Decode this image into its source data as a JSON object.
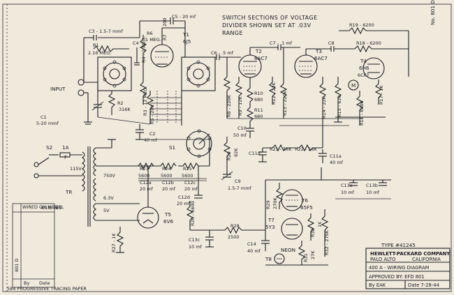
{
  "notes": {
    "switch_note": [
      "SWITCH SECTIONS OF VOLTAGE",
      "DIVIDER SHOWN SET AT .03V",
      "RANGE"
    ],
    "input": "INPUT",
    "type_no": "TYPE #41245",
    "corner_no": "No. 801 D",
    "paper": "584 PROGRESSIVE TRACING PAPER"
  },
  "title_block": {
    "company": "HEWLETT-PACKARD COMPANY",
    "city": "PALO ALTO",
    "state": "CALIFORNIA",
    "drawing": "400 A - WIRING DIAGRAM",
    "approved": "APPROVED BY: EFD 801",
    "by": "By EAK",
    "date": "Date 7-28-44"
  },
  "revision_block": {
    "row1": "WIRED ON MODEL",
    "row1_date": "4/18/46",
    "row1_init": "ES",
    "by_label": "By",
    "date_label": "Date",
    "side": "801 D"
  },
  "tubes": [
    {
      "ref": "T1",
      "type": "6J5"
    },
    {
      "ref": "T2",
      "type": "6AC7"
    },
    {
      "ref": "T3",
      "type": "6AC7"
    },
    {
      "ref": "T4",
      "type": "6H6",
      "note": "6C6?"
    },
    {
      "ref": "T5",
      "type": "6V6"
    },
    {
      "ref": "T6",
      "type": "65F5"
    },
    {
      "ref": "T7",
      "type": "5Y3"
    },
    {
      "ref": "T8",
      "type": "NEON"
    }
  ],
  "parts": {
    "c3": "C3 - 1.5-7 mmf",
    "c5": "C5 - 20 mf",
    "r1": "R1",
    "r1v": "2.16 MEG.",
    "r4": "R4 - 2 MEG.",
    "r6": "R6",
    "r6v": "1 MEG.",
    "r7": "R7",
    "r7v": "200",
    "c4": "C4",
    "r3": "R3 - 12 MEG.",
    "r2": "R2",
    "r2v": "316K",
    "r5": "R5 - 20K",
    "c1": "C1",
    "c1v": "5-20 mmf",
    "c2": "C2",
    "c2v": "40 mf",
    "c6": "C6 - .5 mf",
    "c7": "C7 - .1 mf",
    "c8": "C8",
    "r19": "R19 - 6200",
    "r18": "R18 - 6200",
    "m": "M",
    "r15": "R15 - 620",
    "r16": "R16 - 6200",
    "r17": "R17 - 1K",
    "r8": "R8 - 220K",
    "r9": "R9 - 12K",
    "r10": "R10",
    "r10v": "680",
    "r11": "R11",
    "r11v": "680",
    "r12": "R12 - 22K",
    "r13": "R13 - 220K",
    "r14": "R14 - 22K",
    "c10": "C10",
    "c10v": "50 mf",
    "s1": "S1",
    "c11d": "C11d",
    "c11a": "C11a",
    "c11av": "40 mf",
    "r21": "R21 - 56K",
    "r22": "R22 - 56K",
    "r20": "R20",
    "r20v": "82K",
    "c9": "C9",
    "c9v": "1.5-7 mmf",
    "s2": "S2",
    "fuse": "1A",
    "f": "F",
    "v115": "115V",
    "tr": "TR",
    "v750": "750V",
    "v63": "6.3V",
    "v5": "5V",
    "r23": "R23",
    "r23v": "5600",
    "r24": "R24",
    "r24v": "5600",
    "r25": "R25",
    "r25v": "5600",
    "c12a": "C12a",
    "c12av": "20 mf",
    "c12b": "C12b",
    "c12bv": "20 mf",
    "c12c": "C12c",
    "c12cv": "20 mf",
    "c12d": "C12d",
    "c12dv": "20 mf",
    "r26": "R26 - 5600",
    "r27": "R27 - 1K",
    "c13c": "C13c",
    "c13cv": "10 mf",
    "r28": "R28",
    "r28v": "2500",
    "c14": "C14",
    "c14v": "40 mf",
    "c13a": "C13a",
    "c13av": "10 mf",
    "c13b": "C13b",
    "c13bv": "10 mf",
    "r29": "R29",
    "r29v": "270K",
    "r30": "R30",
    "r30v": "1K",
    "r31": "R31",
    "r31v": "27K",
    "r32": "R32 - 270K"
  }
}
